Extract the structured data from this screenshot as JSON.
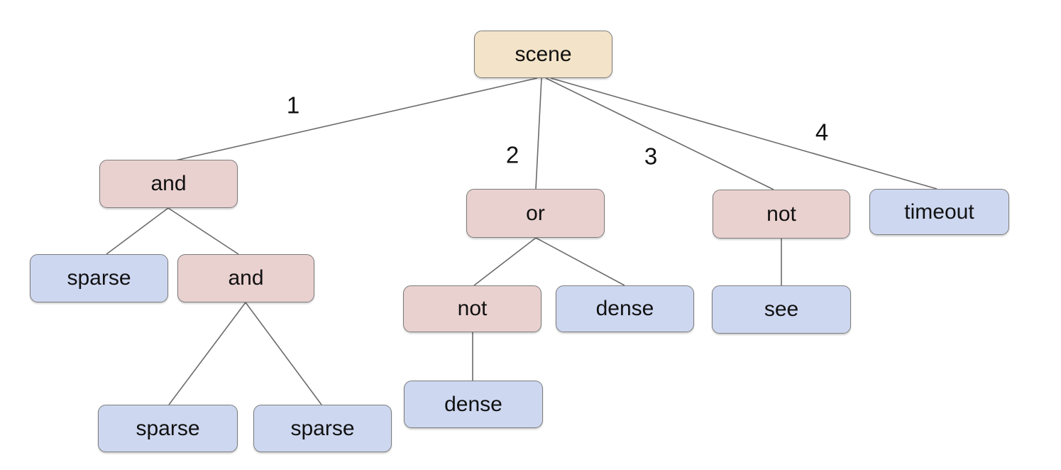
{
  "diagram": {
    "type": "tree",
    "background": "#ffffff",
    "colors": {
      "root_fill": "#f3e3c8",
      "operator_fill": "#e9d1cf",
      "leaf_fill": "#cdd7f0",
      "node_border": "#7d7d7d",
      "edge_line": "#6b6b6b",
      "text": "#111111"
    },
    "nodes": [
      {
        "id": "scene",
        "label": "scene",
        "type": "root",
        "parent": null
      },
      {
        "id": "and-1",
        "label": "and",
        "type": "operator",
        "parent": "scene"
      },
      {
        "id": "or-1",
        "label": "or",
        "type": "operator",
        "parent": "scene"
      },
      {
        "id": "not-1",
        "label": "not",
        "type": "operator",
        "parent": "scene"
      },
      {
        "id": "timeout-1",
        "label": "timeout",
        "type": "leaf",
        "parent": "scene"
      },
      {
        "id": "sparse-1",
        "label": "sparse",
        "type": "leaf",
        "parent": "and-1"
      },
      {
        "id": "and-2",
        "label": "and",
        "type": "operator",
        "parent": "and-1"
      },
      {
        "id": "sparse-2",
        "label": "sparse",
        "type": "leaf",
        "parent": "and-2"
      },
      {
        "id": "sparse-3",
        "label": "sparse",
        "type": "leaf",
        "parent": "and-2"
      },
      {
        "id": "not-2",
        "label": "not",
        "type": "operator",
        "parent": "or-1"
      },
      {
        "id": "dense-1",
        "label": "dense",
        "type": "leaf",
        "parent": "or-1"
      },
      {
        "id": "dense-2",
        "label": "dense",
        "type": "leaf",
        "parent": "not-2"
      },
      {
        "id": "see-1",
        "label": "see",
        "type": "leaf",
        "parent": "not-1"
      }
    ],
    "edge_labels": [
      {
        "label": "1",
        "edge": "scene-and"
      },
      {
        "label": "2",
        "edge": "scene-or"
      },
      {
        "label": "3",
        "edge": "scene-not"
      },
      {
        "label": "4",
        "edge": "scene-timeout"
      }
    ]
  }
}
